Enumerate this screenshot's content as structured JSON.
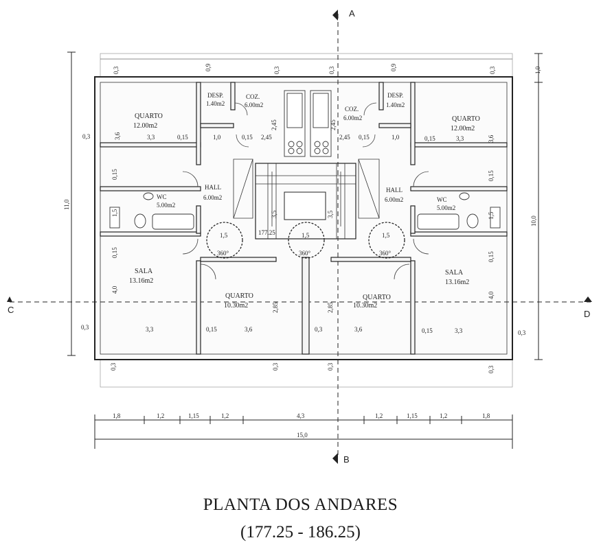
{
  "rooms": {
    "left_quarto": {
      "name": "QUARTO",
      "area": "12.00m2"
    },
    "left_desp": {
      "name": "DESP.",
      "area": "1.40m2"
    },
    "left_coz": {
      "name": "COZ.",
      "area": "6.00m2"
    },
    "left_hall": {
      "name": "HALL",
      "area": "6.00m2"
    },
    "left_wc": {
      "name": "WC",
      "area": "5.00m2"
    },
    "left_sala": {
      "name": "SALA",
      "area": "13.16m2"
    },
    "left_quarto2": {
      "name": "QUARTO",
      "area": "10.30m2"
    },
    "right_quarto": {
      "name": "QUARTO",
      "area": "12.00m2"
    },
    "right_desp": {
      "name": "DESP.",
      "area": "1.40m2"
    },
    "right_coz": {
      "name": "COZ.",
      "area": "6.00m2"
    },
    "right_hall": {
      "name": "HALL",
      "area": "6.00m2"
    },
    "right_wc": {
      "name": "WC",
      "area": "5.00m2"
    },
    "right_sala": {
      "name": "SALA",
      "area": "13.16m2"
    },
    "right_quarto2": {
      "name": "QUARTO",
      "area": "10.30m2"
    }
  },
  "stair": {
    "level": "177.25",
    "turn_left": "360°",
    "turn_center": "360°",
    "turn_right": "360°",
    "diameter": "1,5"
  },
  "sections": {
    "a": "A",
    "b": "B",
    "c": "C",
    "d": "D"
  },
  "dims": {
    "bottom_row": [
      "1,8",
      "1,2",
      "1,15",
      "1,2",
      "4,3",
      "1,2",
      "1,15",
      "1,2",
      "1,8"
    ],
    "total_width": "15,0",
    "left_height": "11,0",
    "right_height": "10,0",
    "top_margin": "1,0",
    "wall": "0,3",
    "wall_inner": "0,15",
    "top_09": "0,9",
    "room_w_33": "3,3",
    "room_w_36": "3,6",
    "room_w_10": "1,0",
    "coz_245": "2,45",
    "quarto_h": "3,6",
    "sala_h": "4,0",
    "quarto2_h": "2,85",
    "wc_15": "1,5",
    "stair_35": "3,5"
  },
  "title": {
    "main": "PLANTA DOS ANDARES",
    "sub": "(177.25 - 186.25)"
  }
}
